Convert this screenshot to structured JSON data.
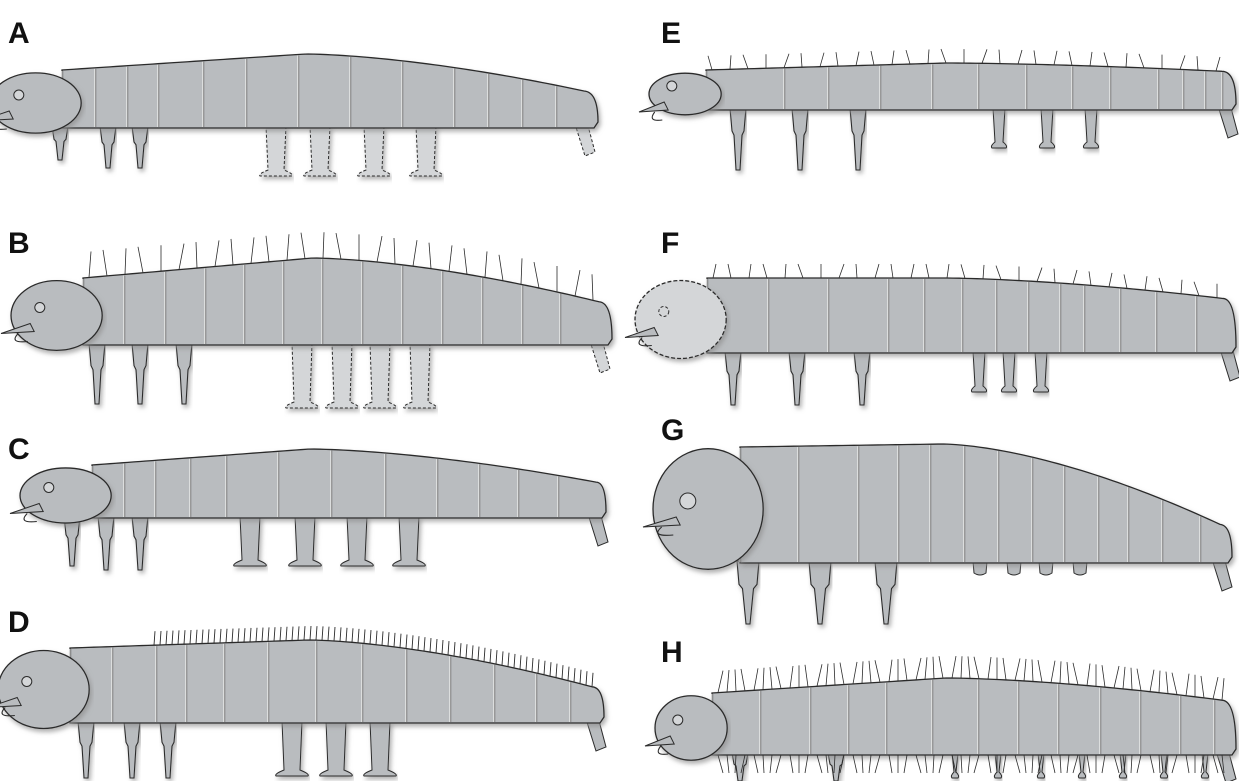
{
  "figure": {
    "colors": {
      "body": "#b9bcbf",
      "body_light": "#d4d6d8",
      "outline": "#2b2b2b",
      "shadow": "#9a9a9a"
    },
    "panels": [
      {
        "label": "A",
        "segments": 12,
        "setae": "none",
        "prolegs": 4,
        "proleg_style": "dashed",
        "head": "normal"
      },
      {
        "label": "B",
        "segments": 12,
        "setae": "long",
        "prolegs": 4,
        "proleg_style": "dashed",
        "head": "normal"
      },
      {
        "label": "C",
        "segments": 13,
        "setae": "none",
        "prolegs": 4,
        "proleg_style": "solid",
        "head": "normal"
      },
      {
        "label": "D",
        "segments": 13,
        "setae": "comb",
        "prolegs": 3,
        "proleg_style": "solid",
        "head": "normal"
      },
      {
        "label": "E",
        "segments": 12,
        "setae": "short",
        "prolegs": 3,
        "proleg_style": "small",
        "head": "small"
      },
      {
        "label": "F",
        "segments": 13,
        "setae": "short",
        "prolegs": 3,
        "proleg_style": "small",
        "head": "dashed"
      },
      {
        "label": "G",
        "segments": 12,
        "setae": "none",
        "prolegs": 4,
        "proleg_style": "stub",
        "head": "large"
      },
      {
        "label": "H",
        "segments": 12,
        "setae": "dense",
        "prolegs": 7,
        "proleg_style": "thin",
        "head": "small"
      }
    ]
  }
}
